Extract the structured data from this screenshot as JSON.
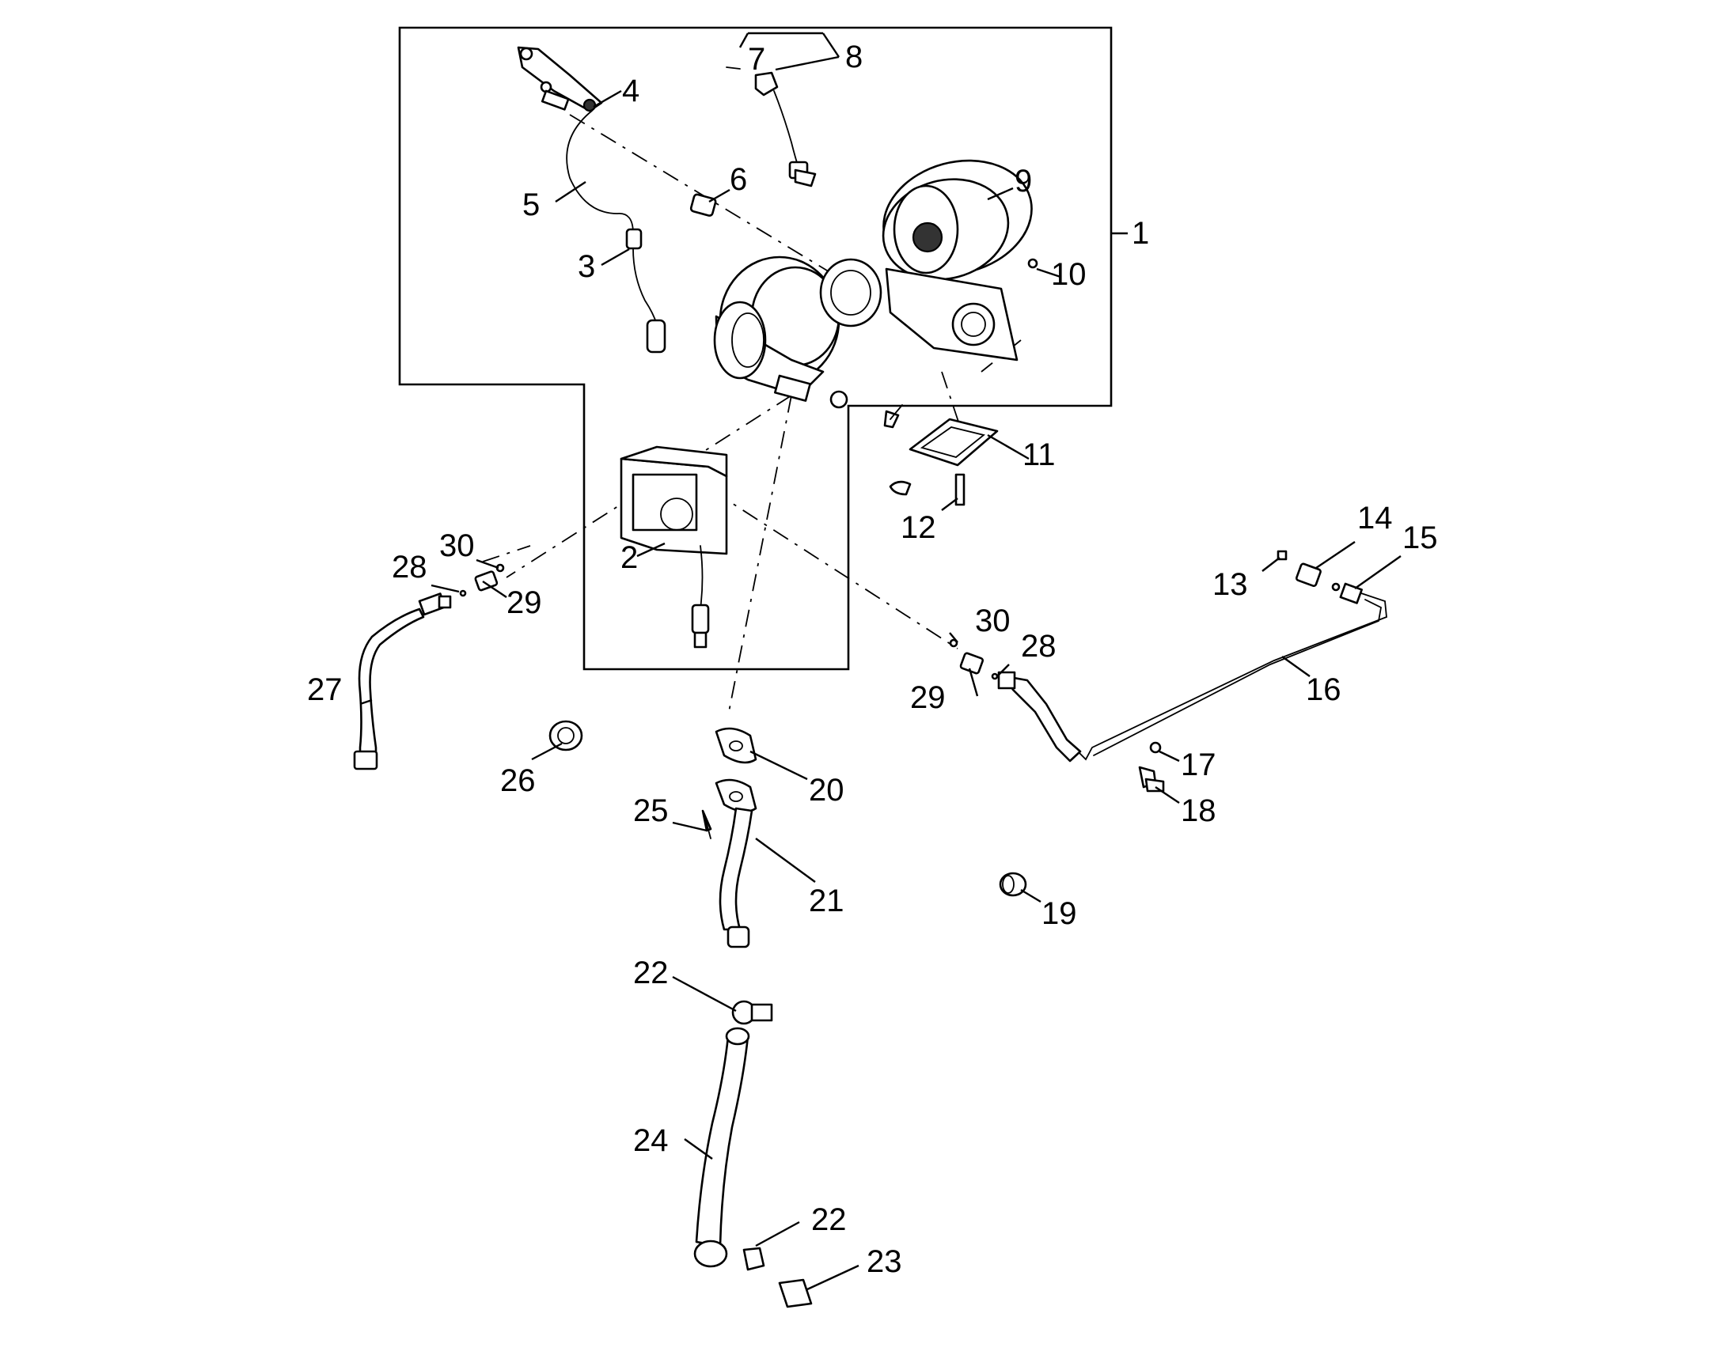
{
  "diagram": {
    "callouts": [
      {
        "id": "1",
        "label": "1"
      },
      {
        "id": "2",
        "label": "2"
      },
      {
        "id": "3",
        "label": "3"
      },
      {
        "id": "4",
        "label": "4"
      },
      {
        "id": "5",
        "label": "5"
      },
      {
        "id": "6",
        "label": "6"
      },
      {
        "id": "7",
        "label": "7"
      },
      {
        "id": "8",
        "label": "8"
      },
      {
        "id": "9",
        "label": "9"
      },
      {
        "id": "10",
        "label": "10"
      },
      {
        "id": "11",
        "label": "11"
      },
      {
        "id": "12",
        "label": "12"
      },
      {
        "id": "13",
        "label": "13"
      },
      {
        "id": "14",
        "label": "14"
      },
      {
        "id": "15",
        "label": "15"
      },
      {
        "id": "16",
        "label": "16"
      },
      {
        "id": "17",
        "label": "17"
      },
      {
        "id": "18",
        "label": "18"
      },
      {
        "id": "19",
        "label": "19"
      },
      {
        "id": "20",
        "label": "20"
      },
      {
        "id": "21",
        "label": "21"
      },
      {
        "id": "22a",
        "label": "22"
      },
      {
        "id": "22b",
        "label": "22"
      },
      {
        "id": "23",
        "label": "23"
      },
      {
        "id": "24",
        "label": "24"
      },
      {
        "id": "25",
        "label": "25"
      },
      {
        "id": "26",
        "label": "26"
      },
      {
        "id": "27",
        "label": "27"
      },
      {
        "id": "28a",
        "label": "28"
      },
      {
        "id": "28b",
        "label": "28"
      },
      {
        "id": "29a",
        "label": "29"
      },
      {
        "id": "29b",
        "label": "29"
      },
      {
        "id": "30a",
        "label": "30"
      },
      {
        "id": "30b",
        "label": "30"
      }
    ]
  }
}
